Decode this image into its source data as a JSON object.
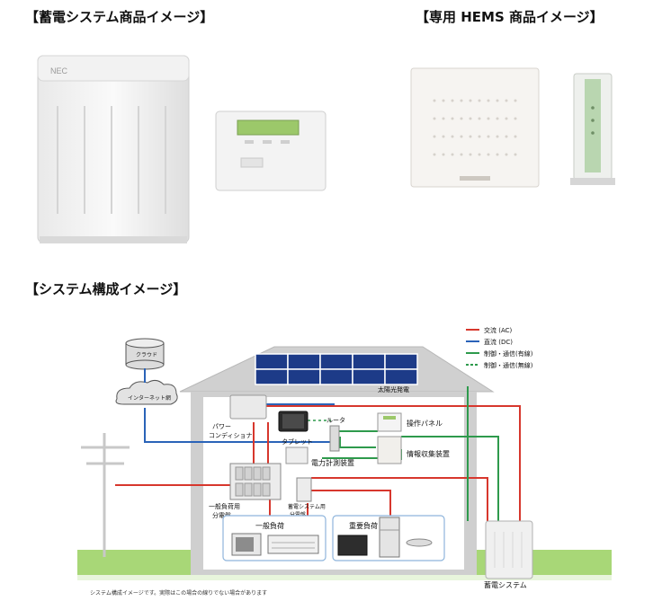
{
  "headings": {
    "battery_products": "【蓄電システム商品イメージ】",
    "hems_products": "【専用 HEMS 商品イメージ】",
    "system_config": "【システム構成イメージ】"
  },
  "products": {
    "battery_unit_logo": "NEC"
  },
  "legend": {
    "ac": "交流 (AC)",
    "dc": "直流 (DC)",
    "comm_wired": "制御・通信(有線)",
    "comm_wireless": "制御・通信(無線)"
  },
  "labels": {
    "cloud": "クラウド",
    "internet": "インターネット網",
    "solar": "太陽光発電",
    "power_conditioner_1": "パワー",
    "power_conditioner_2": "コンディショナ",
    "tablet": "タブレット",
    "router": "ルータ",
    "control_panel": "操作パネル",
    "info_collector": "情報収集装置",
    "power_meter": "電力計測装置",
    "general_panel_1": "一般負荷用",
    "general_panel_2": "分電盤",
    "battery_panel_1": "蓄電システム用",
    "battery_panel_2": "分電盤",
    "general_load": "一般負荷",
    "important_load": "重要負荷",
    "battery_system": "蓄電システム",
    "footnote": "システム構成イメージです。実際はこの場合の線りでない場合があります"
  },
  "colors": {
    "ac": "#d7372d",
    "dc": "#2a63b8",
    "comm": "#2e9a4c",
    "house": "#c9c9c9",
    "grass": "#9fd06b",
    "solar_panel": "#1d3b88"
  }
}
